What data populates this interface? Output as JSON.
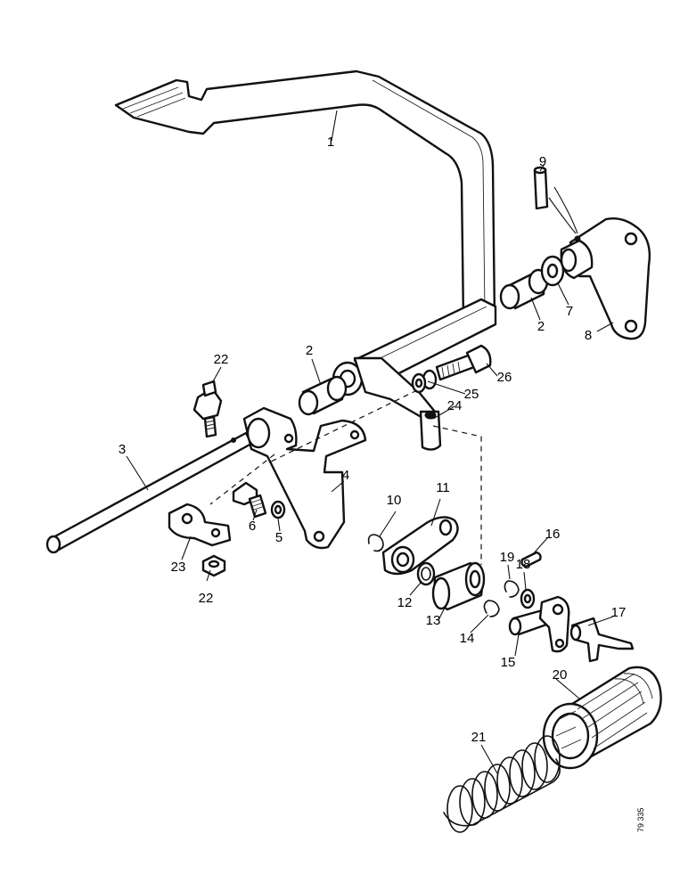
{
  "figure": {
    "reference_code": "79 335"
  },
  "callouts": {
    "c1": "1",
    "c2a": "2",
    "c2b": "2",
    "c3": "3",
    "c4": "4",
    "c5": "5",
    "c6": "6",
    "c7": "7",
    "c8": "8",
    "c9": "9",
    "c10": "10",
    "c11": "11",
    "c12": "12",
    "c13": "13",
    "c14": "14",
    "c15": "15",
    "c16": "16",
    "c17": "17",
    "c18": "18",
    "c19": "19",
    "c20": "20",
    "c21": "21",
    "c22a": "22",
    "c22b": "22",
    "c23": "23",
    "c24": "24",
    "c25": "25",
    "c26": "26"
  }
}
